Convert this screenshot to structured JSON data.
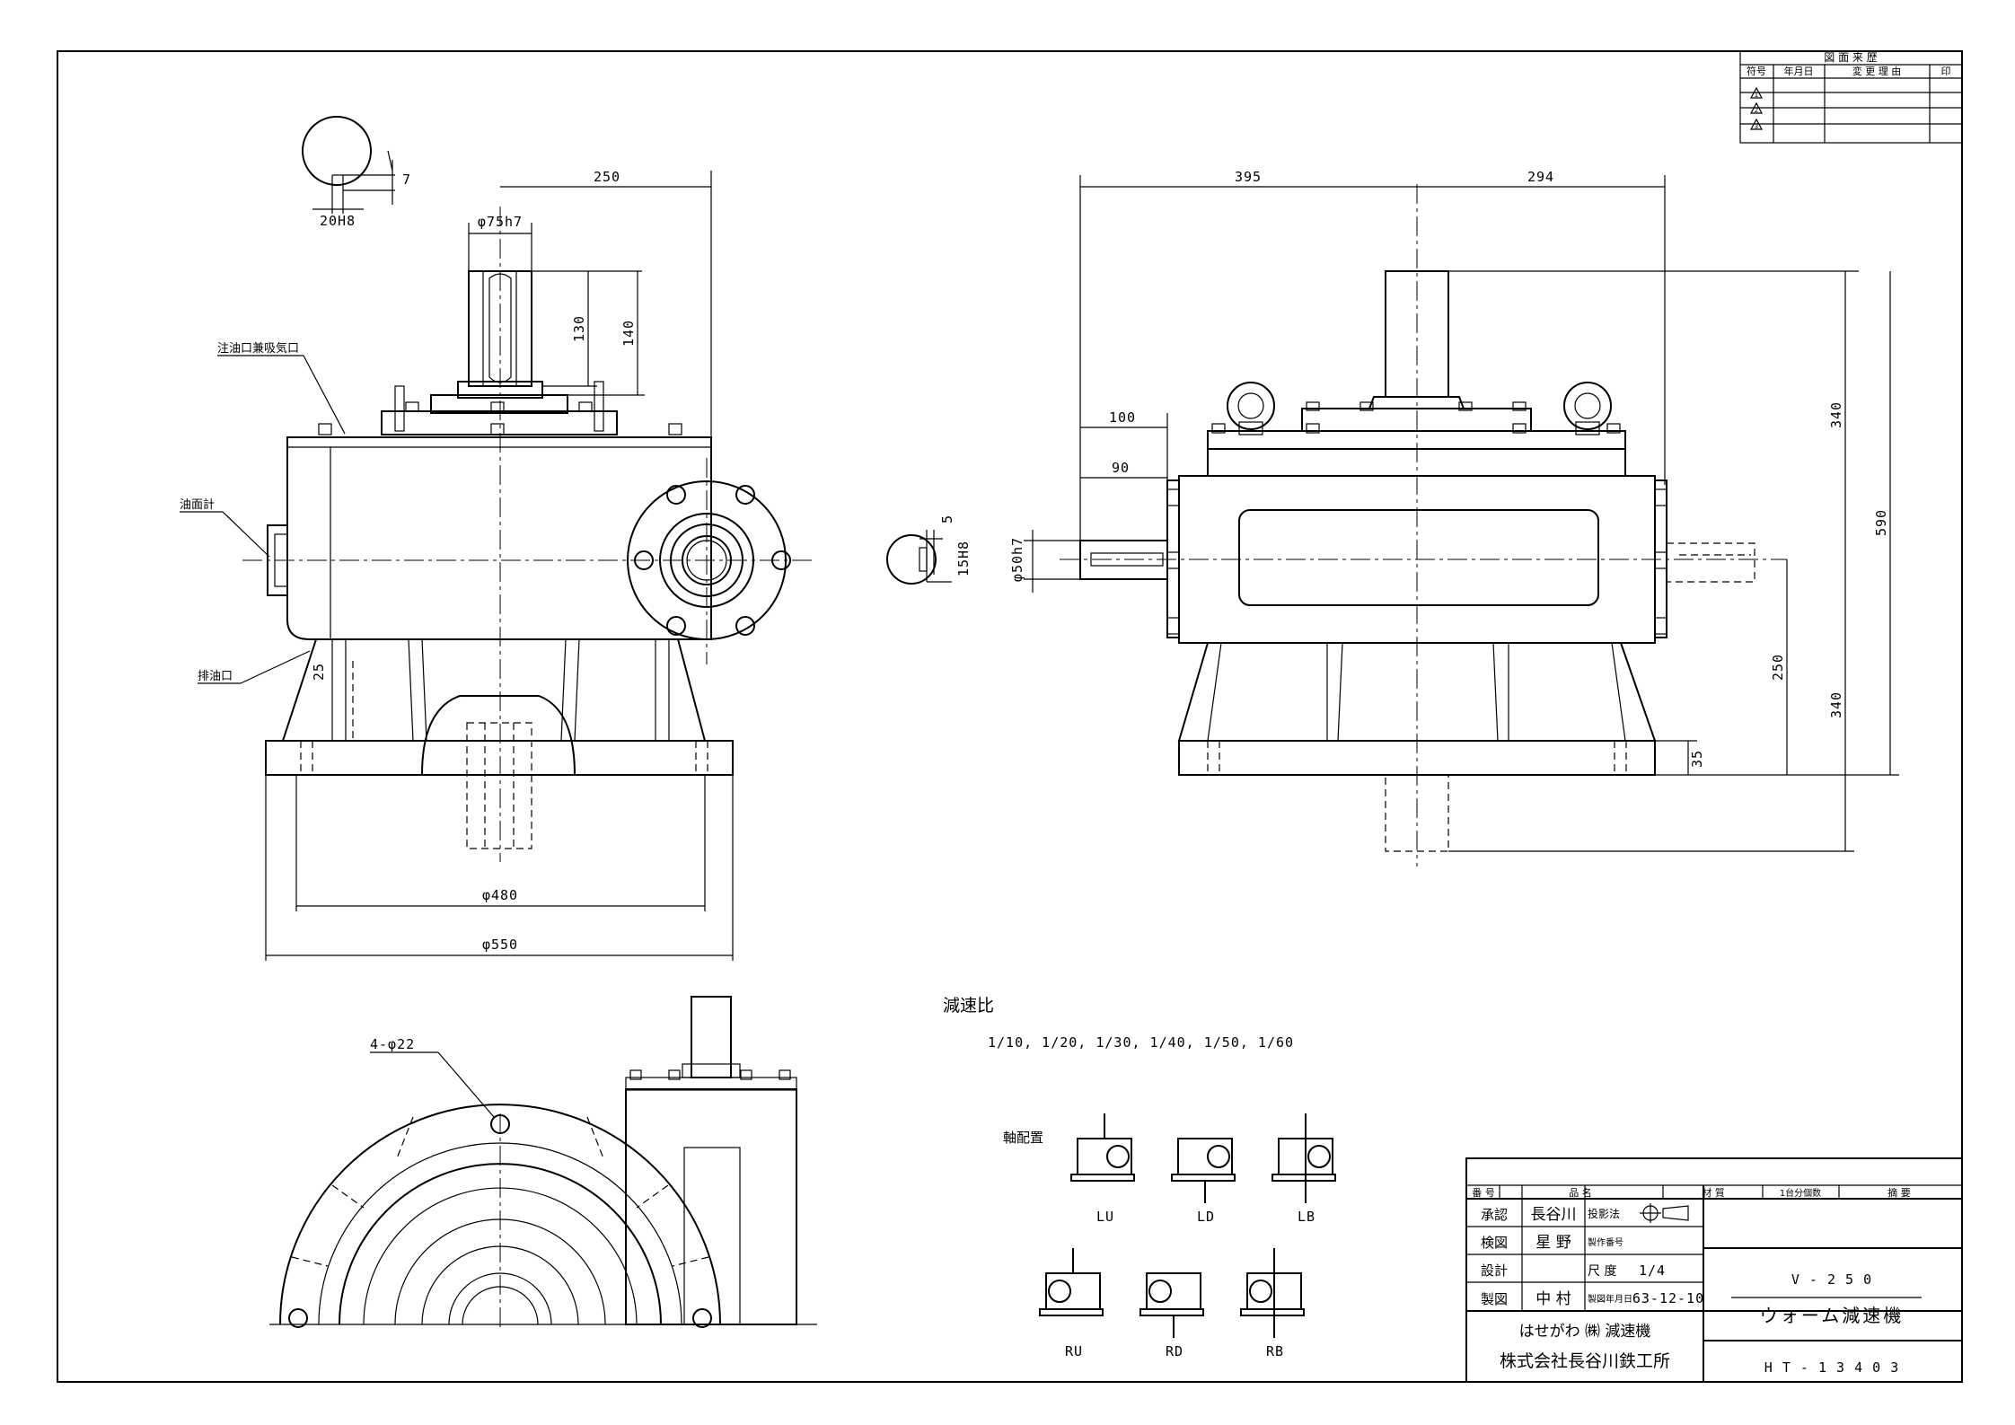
{
  "revision_table": {
    "title": "図 面 来 歴",
    "headers": [
      "符号",
      "年月日",
      "変 更 理 由",
      "印"
    ],
    "marks": [
      "1",
      "2",
      "3"
    ]
  },
  "front_view": {
    "key_detail": {
      "width": "20H8",
      "depth": "7"
    },
    "dims": {
      "center_distance": "250",
      "shaft_dia": "φ75h7",
      "shaft_len_1": "130",
      "shaft_len_2": "140",
      "base_inner": "φ480",
      "base_outer": "φ550",
      "drain_offset": "25"
    },
    "notes": {
      "fill_breather": "注油口兼吸気口",
      "oil_gauge": "油面計",
      "drain": "排油口"
    }
  },
  "side_view": {
    "key_detail": {
      "width": "15H8",
      "depth": "5"
    },
    "dims": {
      "left_len": "395",
      "right_len": "294",
      "shaft_proj_1": "100",
      "shaft_proj_2": "90",
      "input_shaft_dia": "φ50h7",
      "height_upper": "340",
      "height_total": "590",
      "center_height": "250",
      "height_lower": "340",
      "base_thick": "35"
    }
  },
  "plan_view": {
    "holes": "4-φ22"
  },
  "ratio": {
    "label": "減速比",
    "values": "1/10, 1/20, 1/30, 1/40, 1/50, 1/60"
  },
  "arrangements": {
    "label": "軸配置",
    "top_row": [
      "LU",
      "LD",
      "LB"
    ],
    "bottom_row": [
      "RU",
      "RD",
      "RB"
    ]
  },
  "title_block": {
    "header": {
      "no": "番 号",
      "name": "品 名",
      "material": "材 質",
      "qty": "1台分個数",
      "remarks": "摘 要"
    },
    "rows": {
      "approved": {
        "label": "承認",
        "value": "長谷川"
      },
      "checked": {
        "label": "検図",
        "value": "星 野"
      },
      "designed": {
        "label": "設計",
        "value": ""
      },
      "drawn": {
        "label": "製図",
        "value": "中 村"
      }
    },
    "projection_label": "投影法",
    "mfg_no_label": "製作番号",
    "scale_label": "尺 度",
    "scale_value": "1/4",
    "date_label": "製図年月日",
    "date_value": "63-12-10",
    "model": "V - 2 5 0",
    "product": "ウォーム減速機",
    "brand": "はせがわ ㈱ 減速機",
    "company": "株式会社長谷川鉄工所",
    "drawing_no": "H T - 1 3 4 0 3"
  }
}
